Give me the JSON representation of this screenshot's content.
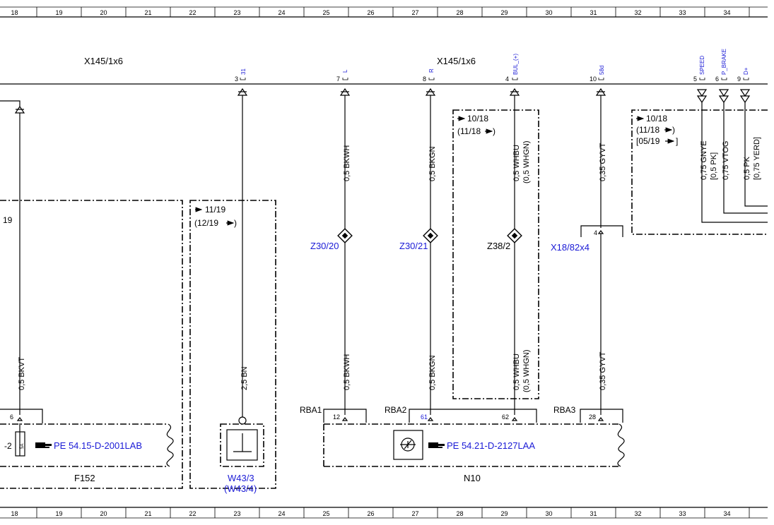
{
  "ruler": [
    "18",
    "19",
    "20",
    "21",
    "22",
    "23",
    "24",
    "25",
    "26",
    "27",
    "28",
    "29",
    "30",
    "31",
    "32",
    "33",
    "34"
  ],
  "connectors": {
    "x145_left": "X145/1x6",
    "x145_right": "X145/1x6",
    "x18": "X18/82x4",
    "x18_pin": "4"
  },
  "pins_top": {
    "p3": {
      "num": "3",
      "sig": "31"
    },
    "p7": {
      "num": "7",
      "sig": "L"
    },
    "p8": {
      "num": "8",
      "sig": "R"
    },
    "p4": {
      "num": "4",
      "sig": "BUL_(+)"
    },
    "p10": {
      "num": "10",
      "sig": "58d"
    },
    "p5": {
      "num": "5",
      "sig": "SPEED"
    },
    "p6": {
      "num": "6",
      "sig": "P_BRAKE"
    },
    "p9": {
      "num": "9",
      "sig": "D+"
    }
  },
  "wires": {
    "w1_bot": "0,5 BKVT",
    "w2_bot": "2,5 BN",
    "w3_top": "0,5 BKWH",
    "w3_bot": "0,5 BKWH",
    "w4_top": "0,5 BKGN",
    "w4_bot": "0,5 BKGN",
    "w5_top": "0,5 WHBU",
    "w5_top_alt": "(0,5 WHGN)",
    "w5_bot": "0,5 WHBU",
    "w5_bot_alt": "(0,5 WHGN)",
    "w6_top": "0,35 GYVT",
    "w6_bot": "0,35 GYVT",
    "w7": "0,75 GNYE",
    "w7_alt": "[0,5 PK]",
    "w8": "0,75 VTOG",
    "w9": "0,5 PK",
    "w9_alt": "[0,75 YERD]"
  },
  "splices": {
    "z30_20": "Z30/20",
    "z30_21": "Z30/21",
    "z38_2": "Z38/2"
  },
  "notes": {
    "left_cut": "19",
    "box_w43_line1": "11/19",
    "box_w43_line2": "(12/19",
    "box_z38_line1": "10/18",
    "box_z38_line2": "(11/18",
    "box_right_line1": "10/18",
    "box_right_line2": "(11/18",
    "box_right_line3": "[05/19"
  },
  "components": {
    "f152": "F152",
    "f152_pin": "6",
    "f152_fuse_rating": "5A",
    "f152_cut_label": "-2",
    "f152_ref": "PE 54.15-D-2001LAB",
    "w43": "W43/3",
    "w43_alt": "(W43/4)",
    "n10": "N10",
    "n10_ref": "PE 54.21-D-2127LAA",
    "rba1": "RBA1",
    "rba1_pin": "12",
    "rba2": "RBA2",
    "rba2_pin": "61",
    "pin62": "62",
    "rba3": "RBA3",
    "rba3_pin": "28"
  },
  "colors": {
    "line": "#000000",
    "link_blue": "#1a1ad6",
    "background": "#ffffff"
  }
}
